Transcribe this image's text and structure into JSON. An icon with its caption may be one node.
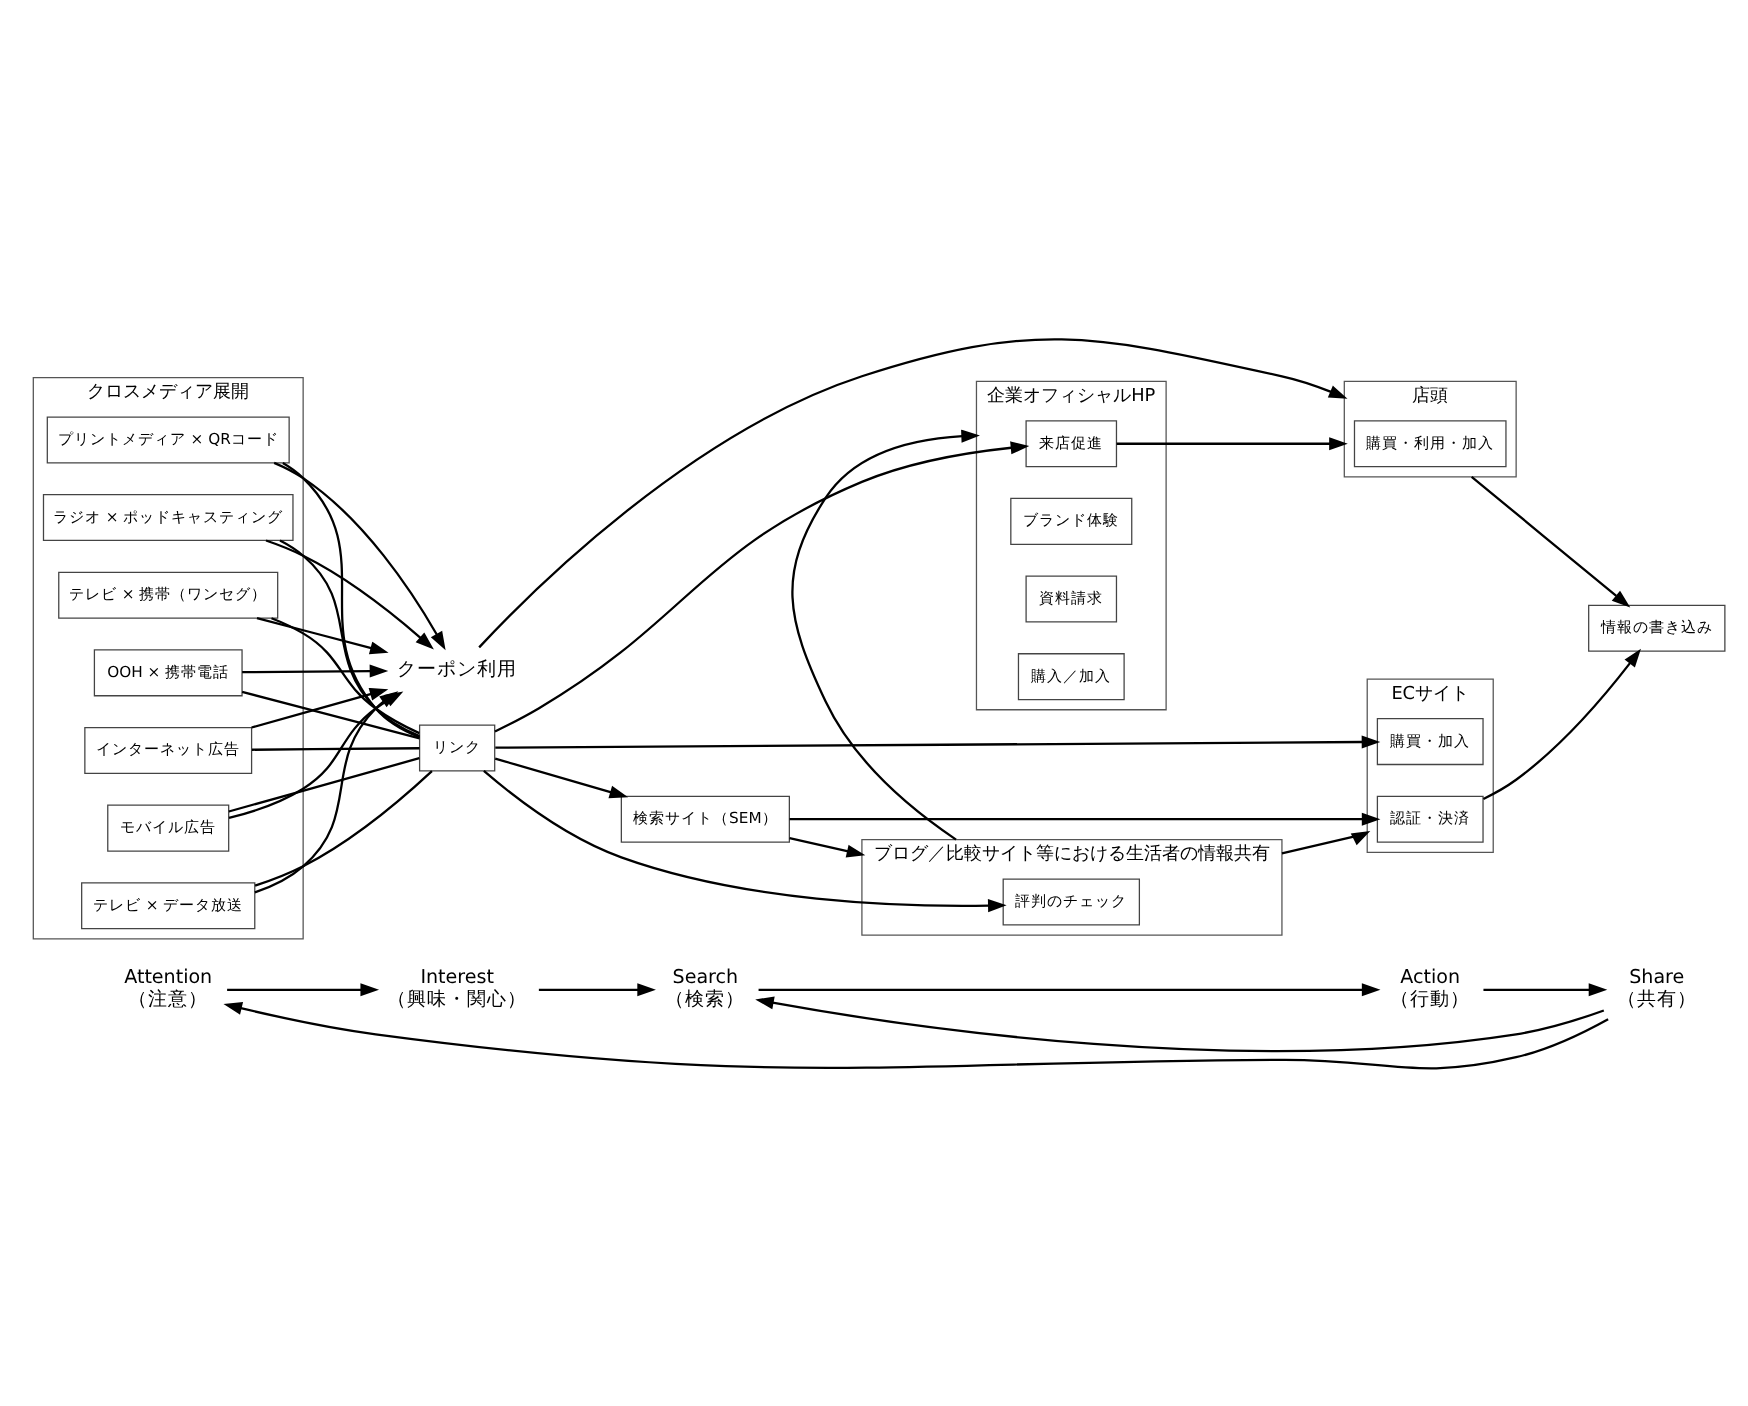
{
  "diagram": {
    "nodes": [
      {
        "text": [
          "Attention",
          "（注意）"
        ]
      },
      {
        "text": [
          "Interest",
          "（興味・関心）"
        ]
      },
      {
        "text": [
          "Search",
          "（検索）"
        ]
      },
      {
        "text": [
          "Action",
          "（行動）"
        ]
      },
      {
        "text": [
          "Share",
          "（共有）"
        ]
      },
      {
        "text": [
          "クロスメディア展開"
        ]
      },
      {
        "text": [
          "テレビ × データ放送"
        ],
        "in": 5
      },
      {
        "text": [
          "プリントメディア × QRコード"
        ],
        "in": 5
      },
      {
        "text": [
          "ラジオ × ポッドキャスティング"
        ],
        "in": 5
      },
      {
        "text": [
          "テレビ × 携帯（ワンセグ）"
        ],
        "in": 5
      },
      {
        "text": [
          "OOH × 携帯電話"
        ],
        "in": 5
      },
      {
        "text": [
          "インターネット広告"
        ],
        "in": 5
      },
      {
        "text": [
          "モバイル広告"
        ],
        "in": 5
      },
      {
        "text": [
          "リンク"
        ]
      },
      {
        "text": [
          "クーポン利用"
        ]
      },
      {
        "text": [
          "検索サイト（SEM）"
        ]
      },
      {
        "text": [
          "企業オフィシャルHP"
        ]
      },
      {
        "text": [
          "来店促進"
        ],
        "in": 16
      },
      {
        "text": [
          "ブランド体験"
        ],
        "in": 16
      },
      {
        "text": [
          "資料請求"
        ],
        "in": 16
      },
      {
        "text": [
          "購入／加入"
        ],
        "in": 16
      },
      {
        "text": [
          "店頭"
        ]
      },
      {
        "text": [
          "購買・利用・加入"
        ],
        "in": 21
      },
      {
        "text": [
          "ECサイト"
        ]
      },
      {
        "text": [
          "認証・決済"
        ],
        "in": 23
      },
      {
        "text": [
          "購買・加入"
        ],
        "in": 23
      },
      {
        "text": [
          "情報の書き込み"
        ]
      },
      {
        "text": [
          "ブログ／比較サイト等における生活者の情報共有"
        ]
      },
      {
        "text": [
          "評判のチェック"
        ],
        "in": 27
      }
    ],
    "edges": [
      {
        "from": 0,
        "to": 1,
        "arrow": "to"
      },
      {
        "from": 1,
        "to": 2,
        "arrow": "to"
      },
      {
        "from": 2,
        "to": 3,
        "arrow": "to"
      },
      {
        "from": 3,
        "to": 4,
        "arrow": "to"
      },
      {
        "from": 4,
        "to": 0,
        "arrow": "to"
      },
      {
        "from": 4,
        "to": 2,
        "arrow": "to"
      },
      {
        "from": 6,
        "to": 13,
        "arrow": "none"
      },
      {
        "from": 7,
        "to": 13,
        "arrow": "none"
      },
      {
        "from": 8,
        "to": 13,
        "arrow": "none"
      },
      {
        "from": 9,
        "to": 13,
        "arrow": "none"
      },
      {
        "from": 10,
        "to": 13,
        "arrow": "none"
      },
      {
        "from": 11,
        "to": 13,
        "arrow": "none"
      },
      {
        "from": 12,
        "to": 13,
        "arrow": "none"
      },
      {
        "from": 6,
        "to": 14,
        "arrow": "to"
      },
      {
        "from": 7,
        "to": 14,
        "arrow": "to"
      },
      {
        "from": 8,
        "to": 14,
        "arrow": "to"
      },
      {
        "from": 9,
        "to": 14,
        "arrow": "to"
      },
      {
        "from": 10,
        "to": 14,
        "arrow": "to"
      },
      {
        "from": 11,
        "to": 14,
        "arrow": "to"
      },
      {
        "from": 12,
        "to": 14,
        "arrow": "to"
      },
      {
        "from": 13,
        "to": 15,
        "arrow": "to"
      },
      {
        "from": 13,
        "to": 17,
        "arrow": "to"
      },
      {
        "from": 13,
        "to": 25,
        "arrow": "to"
      },
      {
        "from": 13,
        "to": 28,
        "arrow": "to"
      },
      {
        "from": 14,
        "to": 21,
        "arrow": "to"
      },
      {
        "from": 17,
        "to": 21,
        "arrow": "to"
      },
      {
        "from": 15,
        "to": 24,
        "arrow": "to"
      },
      {
        "from": 15,
        "to": 27,
        "arrow": "to"
      },
      {
        "from": 27,
        "to": 16,
        "arrow": "to"
      },
      {
        "from": 27,
        "to": 23,
        "arrow": "to"
      },
      {
        "from": 21,
        "to": 26,
        "arrow": "to"
      },
      {
        "from": 24,
        "to": 26,
        "arrow": "to"
      }
    ]
  }
}
